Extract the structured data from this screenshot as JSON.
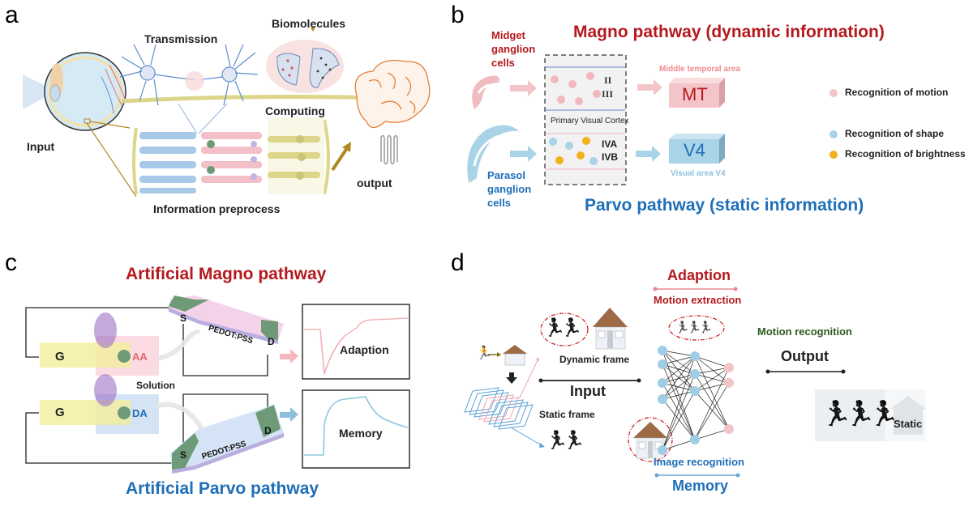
{
  "colors": {
    "magno_red": "#b5191e",
    "parvo_blue": "#1e6fb8",
    "pink": "#f2b3b8",
    "light_blue": "#9fcfe4",
    "yellow_dot": "#f2b21b",
    "olive": "#d9d48a",
    "dark_green": "#2e5a1f",
    "electrode_green": "#6e9a78"
  },
  "panel_a": {
    "label": "a",
    "transmission": "Transmission",
    "biomolecules": "Biomolecules",
    "input": "Input",
    "computing": "Computing",
    "output": "output",
    "information_preprocess": "Information preprocess"
  },
  "panel_b": {
    "label": "b",
    "magno_title": "Magno pathway (dynamic information)",
    "parvo_title": "Parvo pathway (static information)",
    "midget_cells": [
      "Midget",
      "ganglion",
      "cells"
    ],
    "parasol_cells": [
      "Parasol",
      "ganglion",
      "cells"
    ],
    "layers_top": [
      "II",
      "III"
    ],
    "layers_bottom": [
      "IVA",
      "IVB"
    ],
    "cortex_label": "Primary Visual Cortex",
    "mt_area_label": "Middle temporal area",
    "mt_box": "MT",
    "v4_box": "V4",
    "v4_area_label": "Visual area V4",
    "legend": [
      {
        "label": "Recognition of motion",
        "color": "#f2b3b8"
      },
      {
        "label": "Recognition of shape",
        "color": "#a9d3e6"
      },
      {
        "label": "Recognition of brightness",
        "color": "#f2b21b"
      }
    ]
  },
  "panel_c": {
    "label": "c",
    "magno_title": "Artificial Magno pathway",
    "parvo_title": "Artificial Parvo pathway",
    "gate_top": "G",
    "gate_bottom": "G",
    "aa": "AA",
    "da": "DA",
    "solution": "Solution",
    "source_top": "S",
    "drain_top": "D",
    "source_bottom": "S",
    "drain_bottom": "D",
    "channel_top": "PEDOT:PSS",
    "channel_bottom": "PEDOT:PSS",
    "adaption_box": "Adaption",
    "memory_box": "Memory"
  },
  "panel_d": {
    "label": "d",
    "dynamic_frame": "Dynamic frame",
    "static_frame": "Static frame",
    "input": "Input",
    "adaption": "Adaption",
    "motion_extraction": "Motion extraction",
    "image_recognition": "Image recognition",
    "memory": "Memory",
    "motion_recognition": "Motion recognition",
    "output": "Output",
    "static": "Static",
    "runner_glyph": "🏃"
  }
}
